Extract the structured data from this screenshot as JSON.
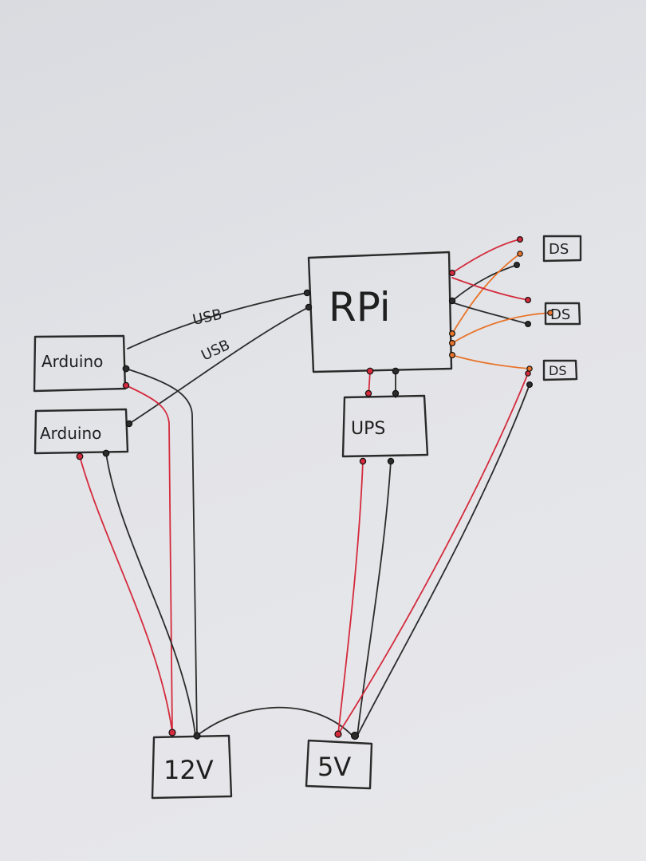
{
  "nodes": {
    "rpi": "RPi",
    "ups": "UPS",
    "arduino_top": "Arduino",
    "arduino_bottom": "Arduino",
    "psu_12v": "12V",
    "psu_5v": "5V",
    "ds_1": "DS",
    "ds_2": "DS",
    "ds_3": "DS"
  },
  "edge_labels": {
    "usb_top": "USB",
    "usb_bottom": "USB"
  },
  "colors": {
    "black_wire": "#2b2b2b",
    "red_wire": "#d42a3c",
    "orange_wire": "#e8742a",
    "ink": "#2a2a2a"
  }
}
